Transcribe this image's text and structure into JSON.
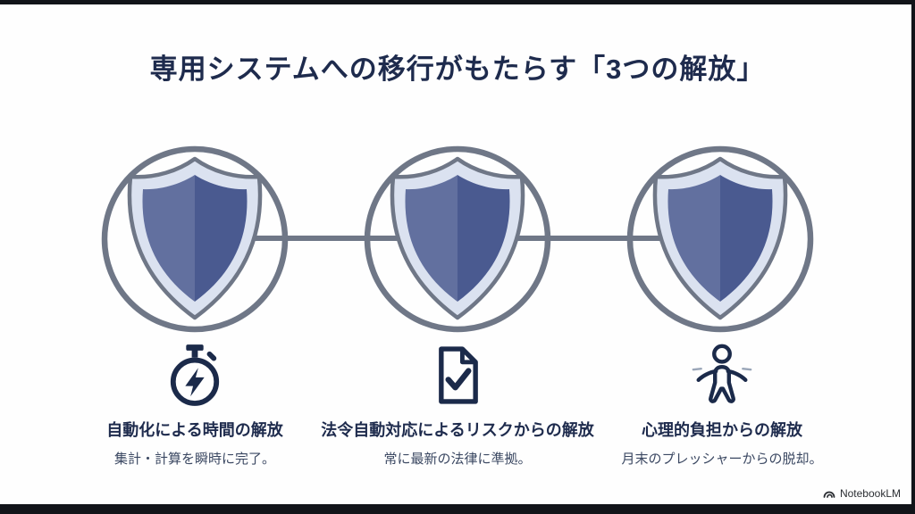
{
  "slide": {
    "title": "専用システムへの移行がもたらす「3つの解放」",
    "medallions": {
      "icon": "shield-icon",
      "count": 3
    },
    "columns": [
      {
        "icon": "stopwatch-lightning-icon",
        "heading": "自動化による時間の解放",
        "subtext": "集計・計算を瞬時に完了。"
      },
      {
        "icon": "document-check-icon",
        "heading": "法令自動対応によるリスクからの解放",
        "subtext": "常に最新の法律に準拠。"
      },
      {
        "icon": "relaxed-person-icon",
        "heading": "心理的負担からの解放",
        "subtext": "月末のプレッシャーからの脱却。"
      }
    ],
    "footer": {
      "brand": "NotebookLM"
    },
    "colors": {
      "frame": "#121419",
      "title": "#1e2b4d",
      "heading": "#1e2b4d",
      "subtext": "#3b4862",
      "ring": "#6f7787",
      "shield_band": "#dbe2f0",
      "shield_left": "#62709f",
      "shield_right": "#4a5a90",
      "icon": "#1b2a4a",
      "sparkle": "#9aa6b8",
      "brand": "#2b2e33"
    }
  }
}
